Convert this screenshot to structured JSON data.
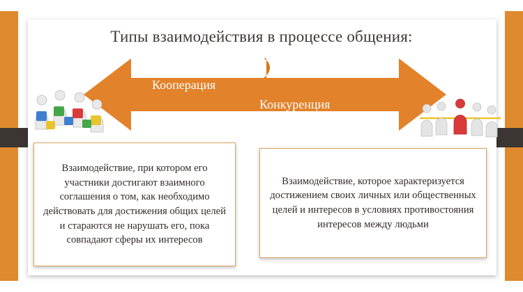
{
  "slide": {
    "title": "Типы взаимодействия в процессе общения:",
    "accent_color": "#e08a2e",
    "arrow_color": "#e08a2e",
    "bar_color": "#3b3632",
    "arrows": [
      {
        "label": "Кооперация",
        "direction": "left"
      },
      {
        "label": "Конкуренция",
        "direction": "right"
      }
    ],
    "boxes": [
      {
        "text": "Взаимодействие, при котором его участники достигают взаимного соглашения о том, как необходимо действовать для достижения общих целей и стараются не нарушать его, пока совпадают сферы их интересов"
      },
      {
        "text": "Взаимодействие, которое характеризуется достижением своих личных или общественных целей и интересов в условиях противостояния интересов между людьми"
      }
    ],
    "illustrations": [
      {
        "name": "people-puzzle-cooperation"
      },
      {
        "name": "people-tug-of-war-competition"
      }
    ]
  }
}
